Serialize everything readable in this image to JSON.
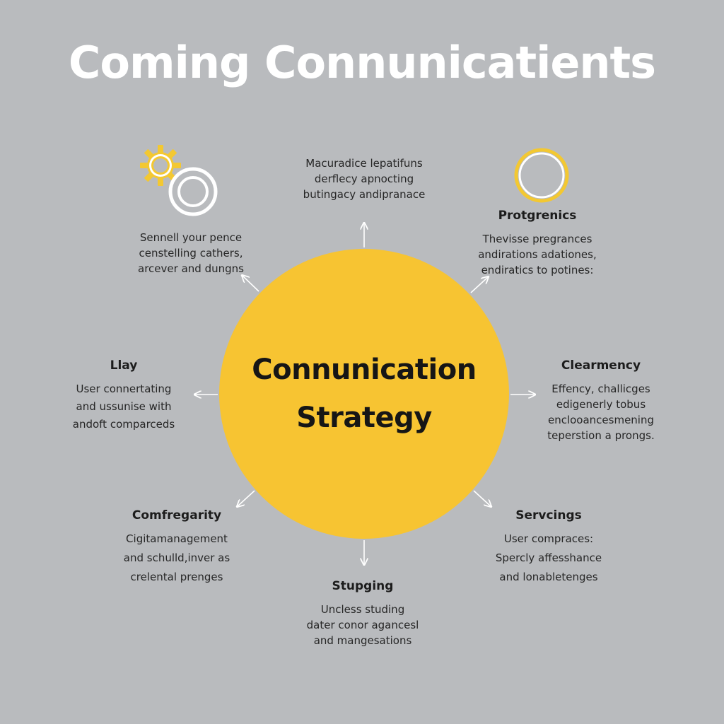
{
  "title": "Coming Connunicatients",
  "hub": {
    "line1": "Connunication",
    "line2": "Strategy"
  },
  "nodes": {
    "top": {
      "title": "",
      "desc": [
        "Macuradice lepatifuns",
        "derflecy apnocting",
        "butingacy andipranace"
      ]
    },
    "top_left": {
      "title": "",
      "desc": [
        "Sennell your pence",
        "censtelling cathers,",
        "arcever and dungns"
      ]
    },
    "top_right": {
      "title": "Protgrenics",
      "desc": [
        "Thevisse pregrances",
        "andirations adationes,",
        "endiratics to potines:"
      ]
    },
    "left": {
      "title": "Llay",
      "desc": [
        "User connertating",
        "and ussunise with",
        "andoft comparceds"
      ]
    },
    "right": {
      "title": "Clearmency",
      "desc": [
        "Effency, challicges",
        "edigenerly tobus",
        "enclooancesmening",
        "teperstion a prongs."
      ]
    },
    "bottom_left": {
      "title": "Comfregarity",
      "desc": [
        "Cigitamanagement",
        "and schulld,inver as",
        "crelental prenges"
      ]
    },
    "bottom_right": {
      "title": "Servcings",
      "desc": [
        "User compraces:",
        "Spercly affesshance",
        "and lonabletenges"
      ]
    },
    "bottom": {
      "title": "Stupging",
      "desc": [
        "Uncless studing",
        "dater conor agancesl",
        "and mangesations"
      ]
    }
  },
  "colors": {
    "background": "#b9bbbe",
    "hub": "#f7c432",
    "arrow": "#ffffff",
    "icon_accent": "#f3c832"
  },
  "icons": [
    "gear-icon",
    "ring-icon",
    "circle-icon"
  ]
}
